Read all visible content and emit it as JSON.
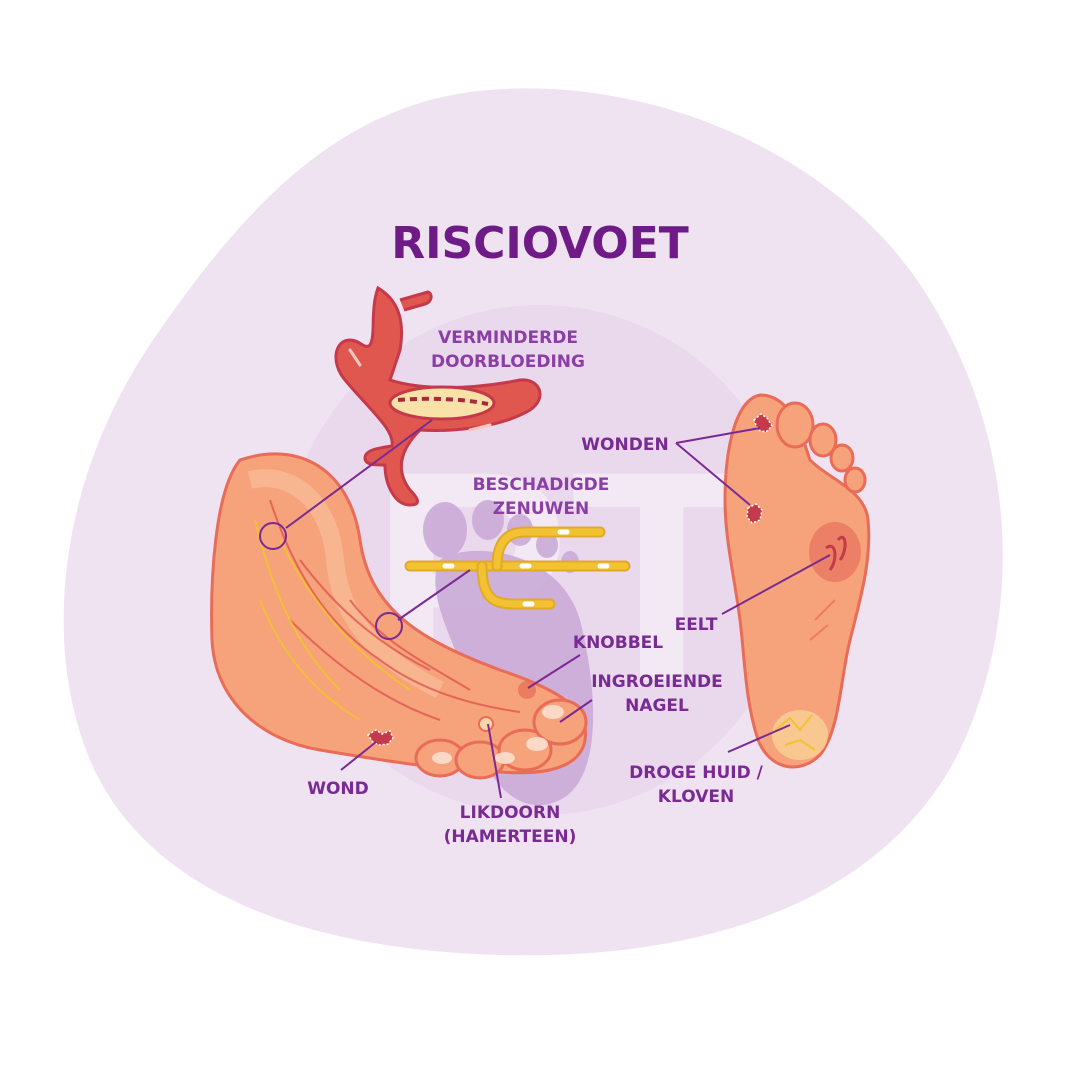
{
  "title": "RISCIOVOET",
  "labels": {
    "verminderde_doorbloeding": [
      "VERMINDERDE",
      "DOORBLOEDING"
    ],
    "beschadigde_zenuwen": [
      "BESCHADIGDE",
      "ZENUWEN"
    ],
    "wonden": "WONDEN",
    "eelt": "EELT",
    "knobbel": "KNOBBEL",
    "ingroeiende_nagel": [
      "INGROEIENDE",
      "NAGEL"
    ],
    "droge_huid": [
      "DROGE HUID /",
      "KLOVEN"
    ],
    "wond": "WOND",
    "likdoorn": [
      "LIKDOORN",
      "(HAMERTEEN)"
    ]
  },
  "colors": {
    "title": "#6e1a87",
    "label": "#7a2a93",
    "blob": "#efe2f1",
    "skin": "#f6a27a",
    "vessel": "#e0574f",
    "nerve": "#f3c233",
    "leader": "#7a2a93"
  }
}
